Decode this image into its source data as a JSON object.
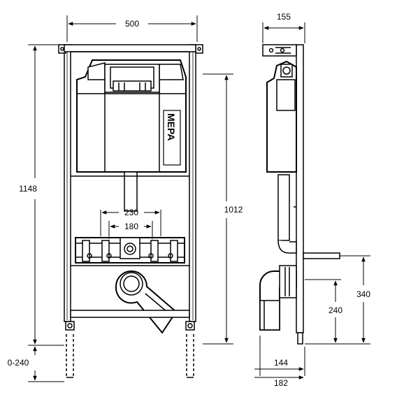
{
  "front_view": {
    "width": "500",
    "height_total": "1148",
    "height_frame": "1012",
    "spacing_outer": "230",
    "spacing_inner": "180",
    "adjust": "0-240",
    "logo_text": "MEPA"
  },
  "side_view": {
    "depth_top": "155",
    "height_pipe": "340",
    "height_outlet": "240",
    "depth_inner": "144",
    "depth_outer": "182"
  }
}
